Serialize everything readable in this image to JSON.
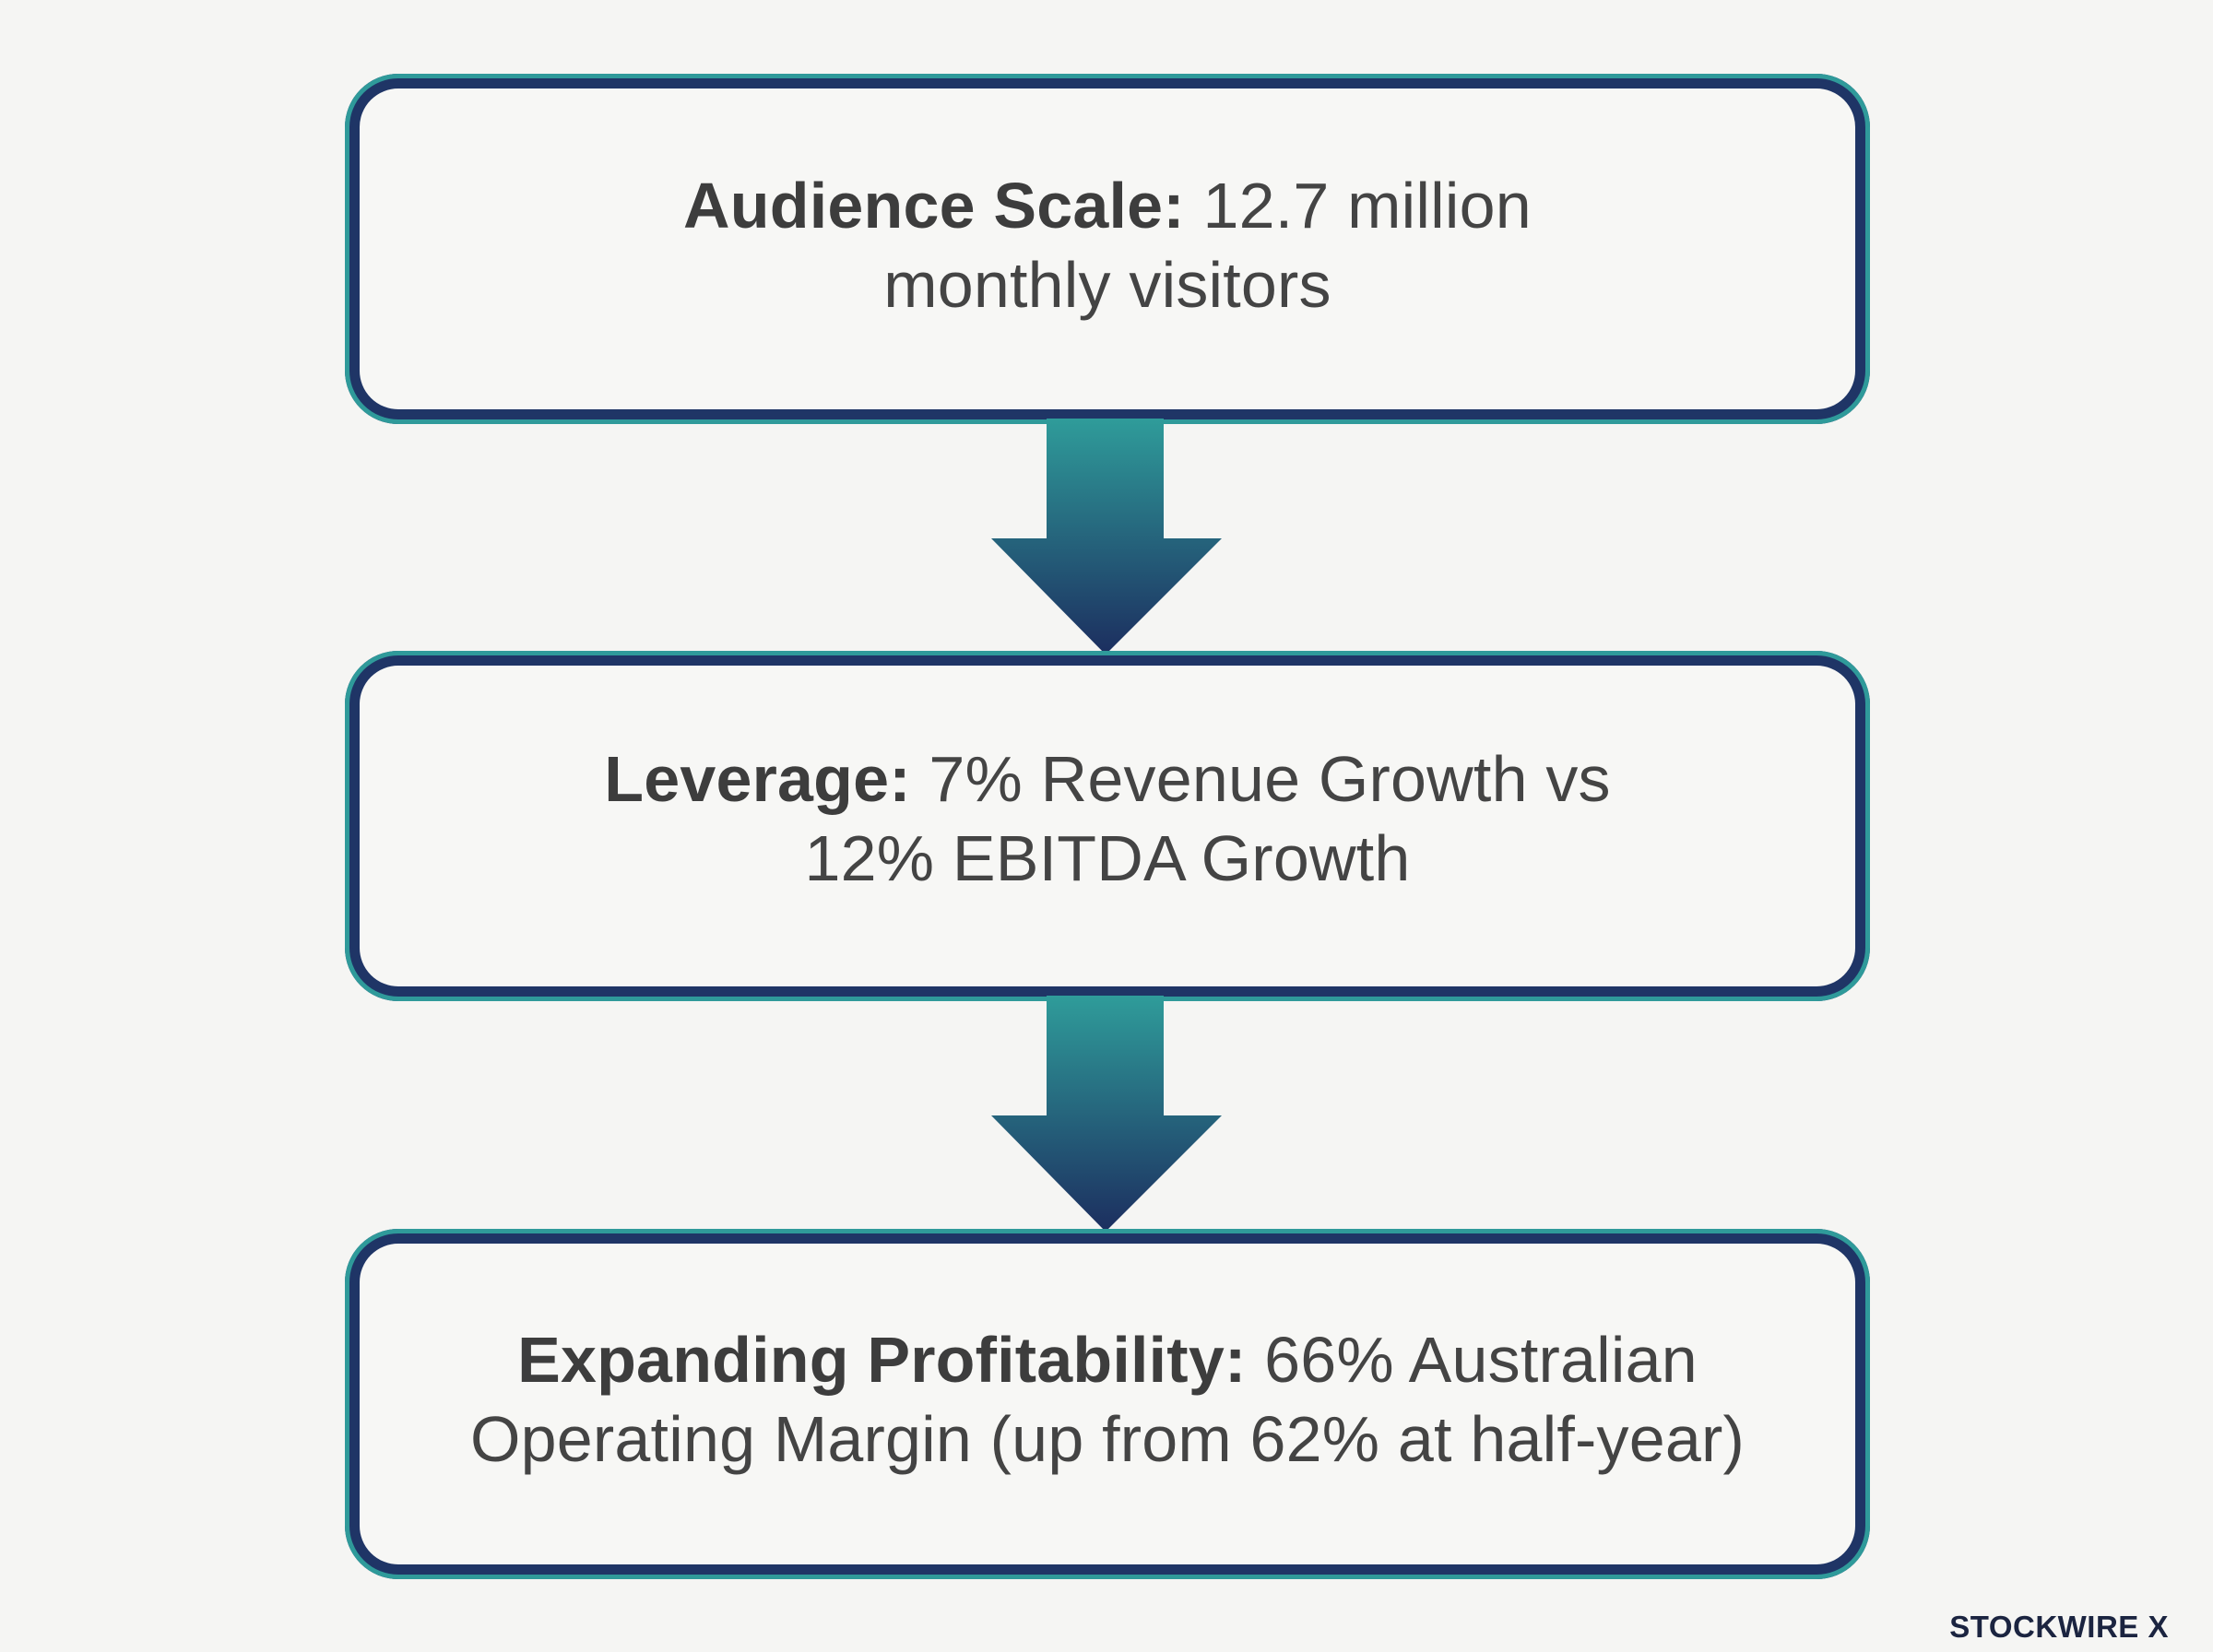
{
  "flow": {
    "steps": [
      {
        "label": "Audience Scale:",
        "line1_rest": " 12.7 million",
        "line2": "monthly visitors"
      },
      {
        "label": "Leverage:",
        "line1_rest": " 7% Revenue Growth vs",
        "line2": "12% EBITDA Growth"
      },
      {
        "label": "Expanding Profitability:",
        "line1_rest": " 66% Australian",
        "line2": "Operating Margin (up from 62% at half-year)"
      }
    ]
  },
  "brand": {
    "logo_text": "STOCKWIRE X"
  },
  "colors": {
    "background": "#f5f5f3",
    "box_border_dark": "#1f3566",
    "box_border_teal": "#2f9a9a",
    "arrow_top": "#2f9c9a",
    "arrow_bottom": "#1c2e5f",
    "text": "#444444"
  }
}
